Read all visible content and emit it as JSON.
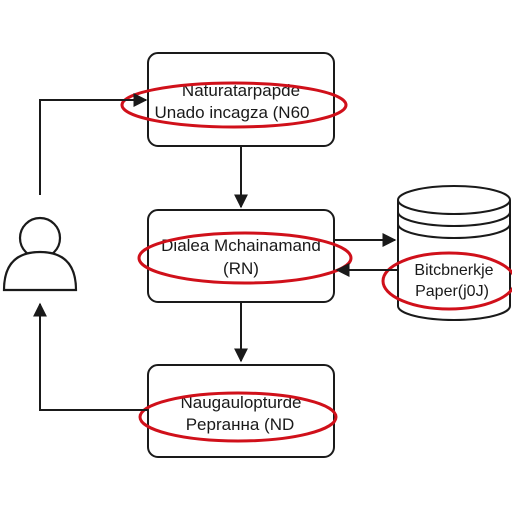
{
  "diagram": {
    "top_box": {
      "line1": "Naturatarpapde",
      "line2": "Unado incagza (N60"
    },
    "middle_box": {
      "line1": "Dialea Mchainamand",
      "line2": "(RN)"
    },
    "bottom_box": {
      "line1": "Naugaulopturde",
      "line2": "Peprанна (ND"
    },
    "database": {
      "line1": "Bitcbnerkje",
      "line2": "Paper(j0J)"
    },
    "highlight_color": "#d0101a",
    "line_color": "#1a1a1a"
  }
}
